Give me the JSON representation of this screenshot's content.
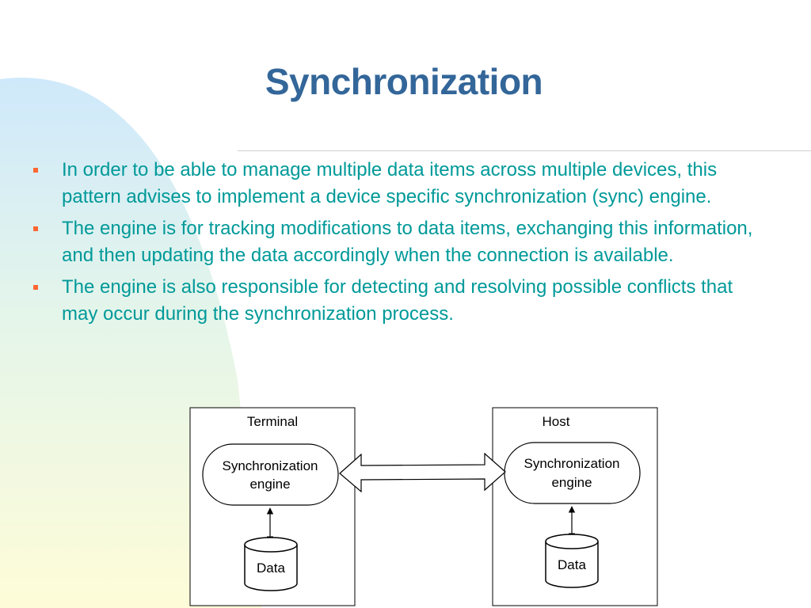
{
  "slide": {
    "title": "Synchronization",
    "bullets": [
      "In order to be able to manage multiple data items across multiple devices, this pattern advises to implement a device specific synchronization (sync) engine.",
      "The engine is for tracking modifications to data items, exchanging this information, and then updating the data accordingly when the connection is available.",
      "The engine is also responsible for detecting and resolving possible conflicts that may occur during the synchronization process."
    ]
  },
  "diagram": {
    "terminal": {
      "label": "Terminal",
      "engine_line1": "Synchronization",
      "engine_line2": "engine",
      "data_label": "Data"
    },
    "host": {
      "label": "Host",
      "engine_line1": "Synchronization",
      "engine_line2": "engine",
      "data_label": "Data"
    }
  },
  "colors": {
    "title": "#336699",
    "bullet_text": "#009999",
    "bullet_marker": "#ff6633",
    "background_top": "#cfe9fb",
    "background_bottom": "#fefcd8"
  }
}
